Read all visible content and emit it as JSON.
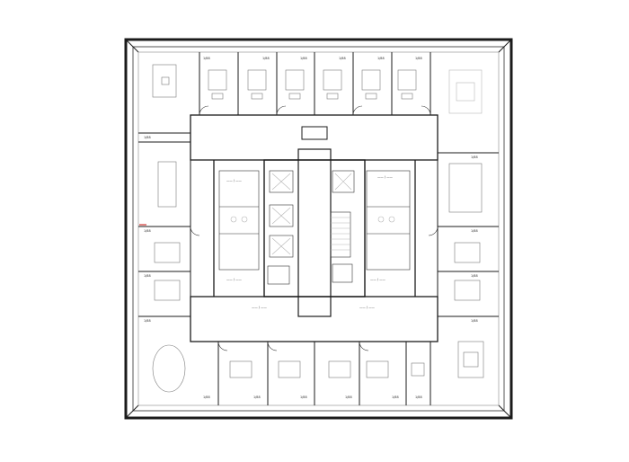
{
  "room_labels": [
    "1/88",
    "1/88",
    "1/88",
    "1/88",
    "1/88",
    "1/88",
    "1/88",
    "1/88",
    "1/88",
    "1/88",
    "1/88",
    "1/88",
    "1/88",
    "1/88",
    "1/88",
    "1/88",
    "1/88",
    "1/88",
    "1/88",
    "1/88"
  ],
  "core_labels": [
    "—— / ——",
    "—— / ——",
    "—— / ——",
    "—— / ——",
    "—— / ——",
    "—— / ——"
  ],
  "colors": {
    "wall": "#1b1b1b",
    "furniture": "#7a7a7a",
    "grey": "#b7b7b7",
    "accent": "#d9534f"
  }
}
